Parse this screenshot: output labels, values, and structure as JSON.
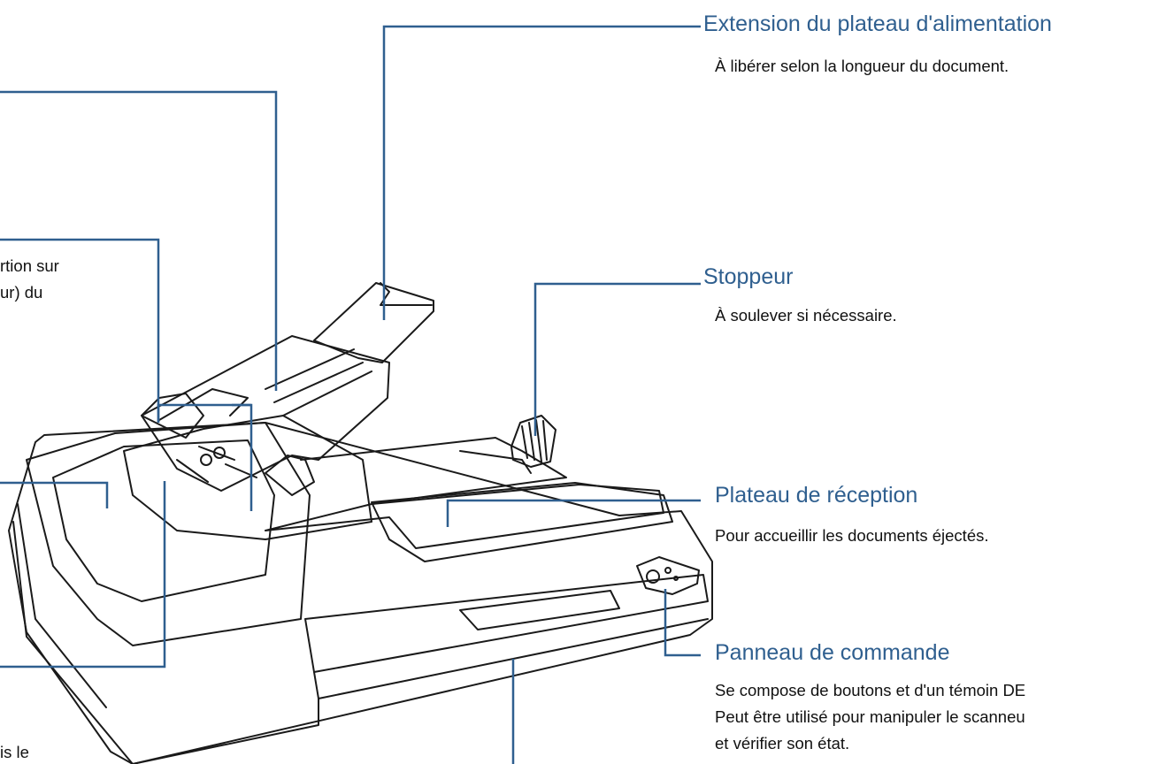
{
  "colors": {
    "leader": "#2f5f8f",
    "drawing": "#1a1a1a",
    "title": "#2f5f8f",
    "body": "#111111"
  },
  "callouts": {
    "extension": {
      "title": "Extension du plateau d'alimentation",
      "desc": "À libérer selon la longueur du document."
    },
    "stoppeur": {
      "title": "Stoppeur",
      "desc": "À soulever si nécessaire."
    },
    "plateau_reception": {
      "title": "Plateau de réception",
      "desc": "Pour accueillir les documents éjectés."
    },
    "panneau": {
      "title": "Panneau de commande",
      "desc_lines": [
        "Se compose de boutons et d'un témoin DE",
        "Peut être utilisé pour manipuler le scanneu",
        "et vérifier son état."
      ]
    },
    "left_fragments": {
      "line1": "rtion sur",
      "line2": "ur) du",
      "bottom": "is le"
    }
  }
}
